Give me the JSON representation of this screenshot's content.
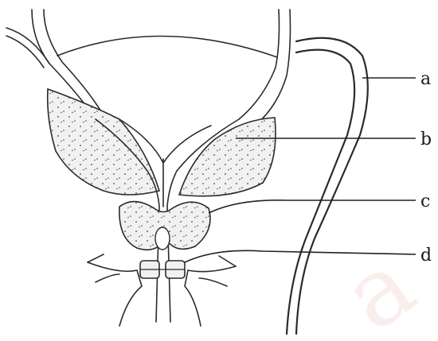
{
  "labels": {
    "a": "a",
    "b": "b",
    "c": "c",
    "d": "d"
  },
  "watermark": "a"
}
